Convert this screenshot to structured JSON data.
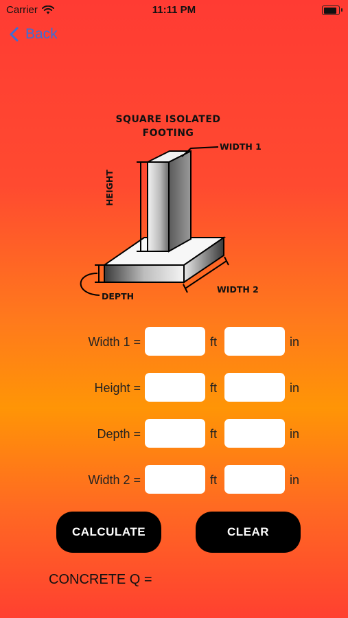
{
  "status_bar": {
    "carrier": "Carrier",
    "time": "11:11 PM",
    "battery_level": 1.0
  },
  "nav": {
    "back_label": "Back"
  },
  "diagram": {
    "title_line1": "SQUARE ISOLATED",
    "title_line2": "FOOTING",
    "labels": {
      "width1": "WIDTH 1",
      "height": "HEIGHT",
      "depth": "DEPTH",
      "width2": "WIDTH 2"
    }
  },
  "form": {
    "rows": [
      {
        "label": "Width 1 =",
        "ft_value": "",
        "in_value": ""
      },
      {
        "label": "Height =",
        "ft_value": "",
        "in_value": ""
      },
      {
        "label": "Depth =",
        "ft_value": "",
        "in_value": ""
      },
      {
        "label": "Width 2 =",
        "ft_value": "",
        "in_value": ""
      }
    ],
    "unit_ft": "ft",
    "unit_in": "in"
  },
  "buttons": {
    "calculate": "CALCULATE",
    "clear": "CLEAR"
  },
  "result": {
    "label": "CONCRETE Q ="
  },
  "colors": {
    "nav_blue": "#3b6fd6",
    "button_bg": "#000000",
    "gradient_top": "#ff3b33",
    "gradient_mid": "#ff9506"
  }
}
